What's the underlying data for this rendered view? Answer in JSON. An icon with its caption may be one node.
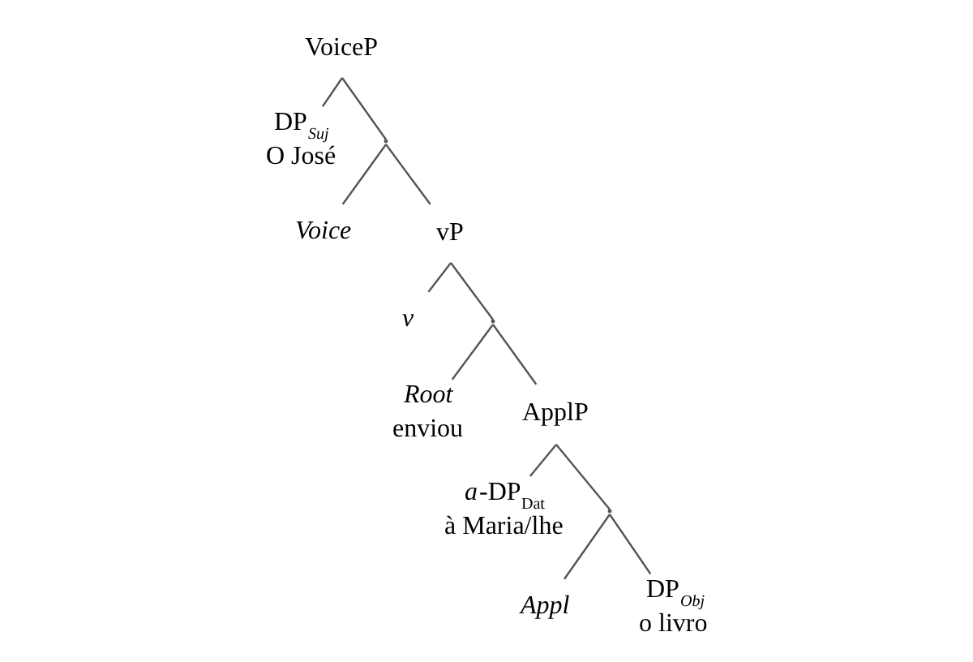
{
  "diagram": {
    "nodes": [
      {
        "text": [
          "VoiceP"
        ]
      },
      {
        "text": [
          "DP$_{Suj}$",
          "O José"
        ]
      },
      {
        "text": [],
        "shape": "point"
      },
      {
        "text": [
          "Voice"
        ]
      },
      {
        "text": [
          "vP"
        ]
      },
      {
        "text": [
          "v"
        ]
      },
      {
        "text": [],
        "shape": "point"
      },
      {
        "text": [
          "Root",
          "enviou"
        ]
      },
      {
        "text": [
          "ApplP"
        ]
      },
      {
        "text": [
          "*a*-DP$_{Dat}$",
          "à Maria/lhe"
        ]
      },
      {
        "text": [],
        "shape": "point"
      },
      {
        "text": [
          "Appl"
        ]
      },
      {
        "text": [
          "DP$_{Obj}$",
          "o livro"
        ]
      }
    ],
    "edges": [
      {
        "from": 0,
        "to": 1,
        "arrow": "none"
      },
      {
        "from": 0,
        "to": 2,
        "arrow": "none"
      },
      {
        "from": 2,
        "to": 3,
        "arrow": "none"
      },
      {
        "from": 2,
        "to": 4,
        "arrow": "none"
      },
      {
        "from": 4,
        "to": 5,
        "arrow": "none"
      },
      {
        "from": 4,
        "to": 6,
        "arrow": "none"
      },
      {
        "from": 6,
        "to": 7,
        "arrow": "none"
      },
      {
        "from": 6,
        "to": 8,
        "arrow": "none"
      },
      {
        "from": 8,
        "to": 9,
        "arrow": "none"
      },
      {
        "from": 8,
        "to": 10,
        "arrow": "none"
      },
      {
        "from": 10,
        "to": 11,
        "arrow": "none"
      },
      {
        "from": 10,
        "to": 12,
        "arrow": "none"
      }
    ]
  }
}
